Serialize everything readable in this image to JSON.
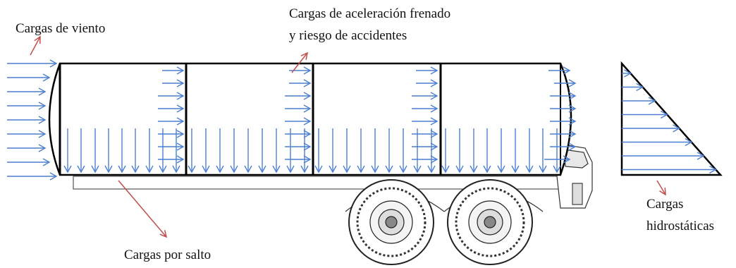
{
  "labels": {
    "wind": "Cargas de viento",
    "accel_line1": "Cargas de aceleración frenado",
    "accel_line2": "y riesgo de accidentes",
    "jump": "Cargas por salto",
    "hydro_line1": "Cargas",
    "hydro_line2": "hidrostáticas"
  },
  "colors": {
    "load_arrow": "#4d7fd1",
    "callout_arrow": "#c0504d",
    "outline": "#000000"
  }
}
